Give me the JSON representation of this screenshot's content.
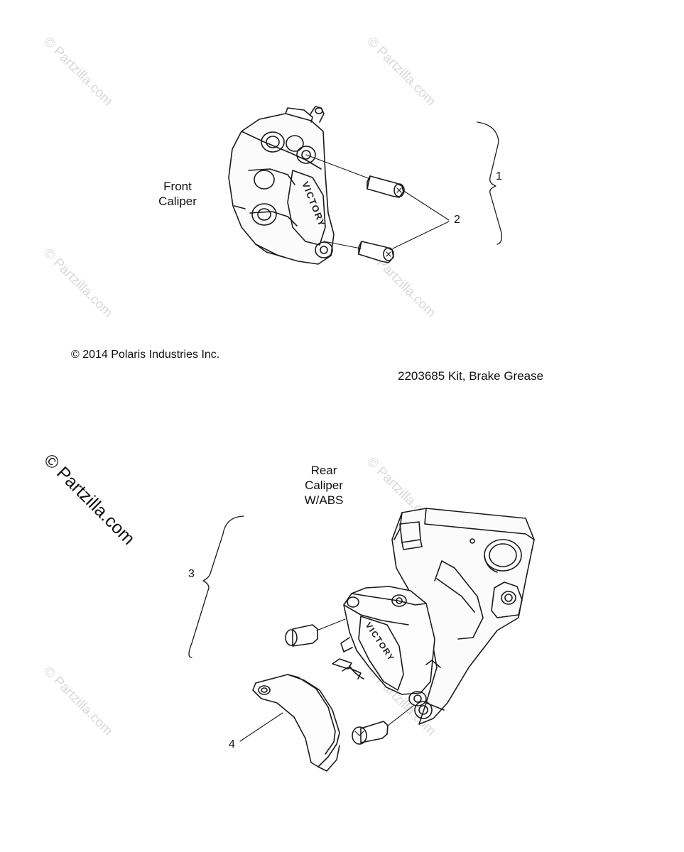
{
  "watermark": "© Partzilla.com",
  "copyright": "© 2014 Polaris Industries Inc.",
  "kit_note": "2203685  Kit, Brake Grease",
  "front": {
    "label_line1": "Front",
    "label_line2": "Caliper",
    "brand": "VICTORY"
  },
  "rear": {
    "label_line1": "Rear",
    "label_line2": "Caliper",
    "label_line3": "W/ABS",
    "brand": "VICTORY"
  },
  "callouts": {
    "c1": "1",
    "c2": "2",
    "c3": "3",
    "c4": "4"
  }
}
